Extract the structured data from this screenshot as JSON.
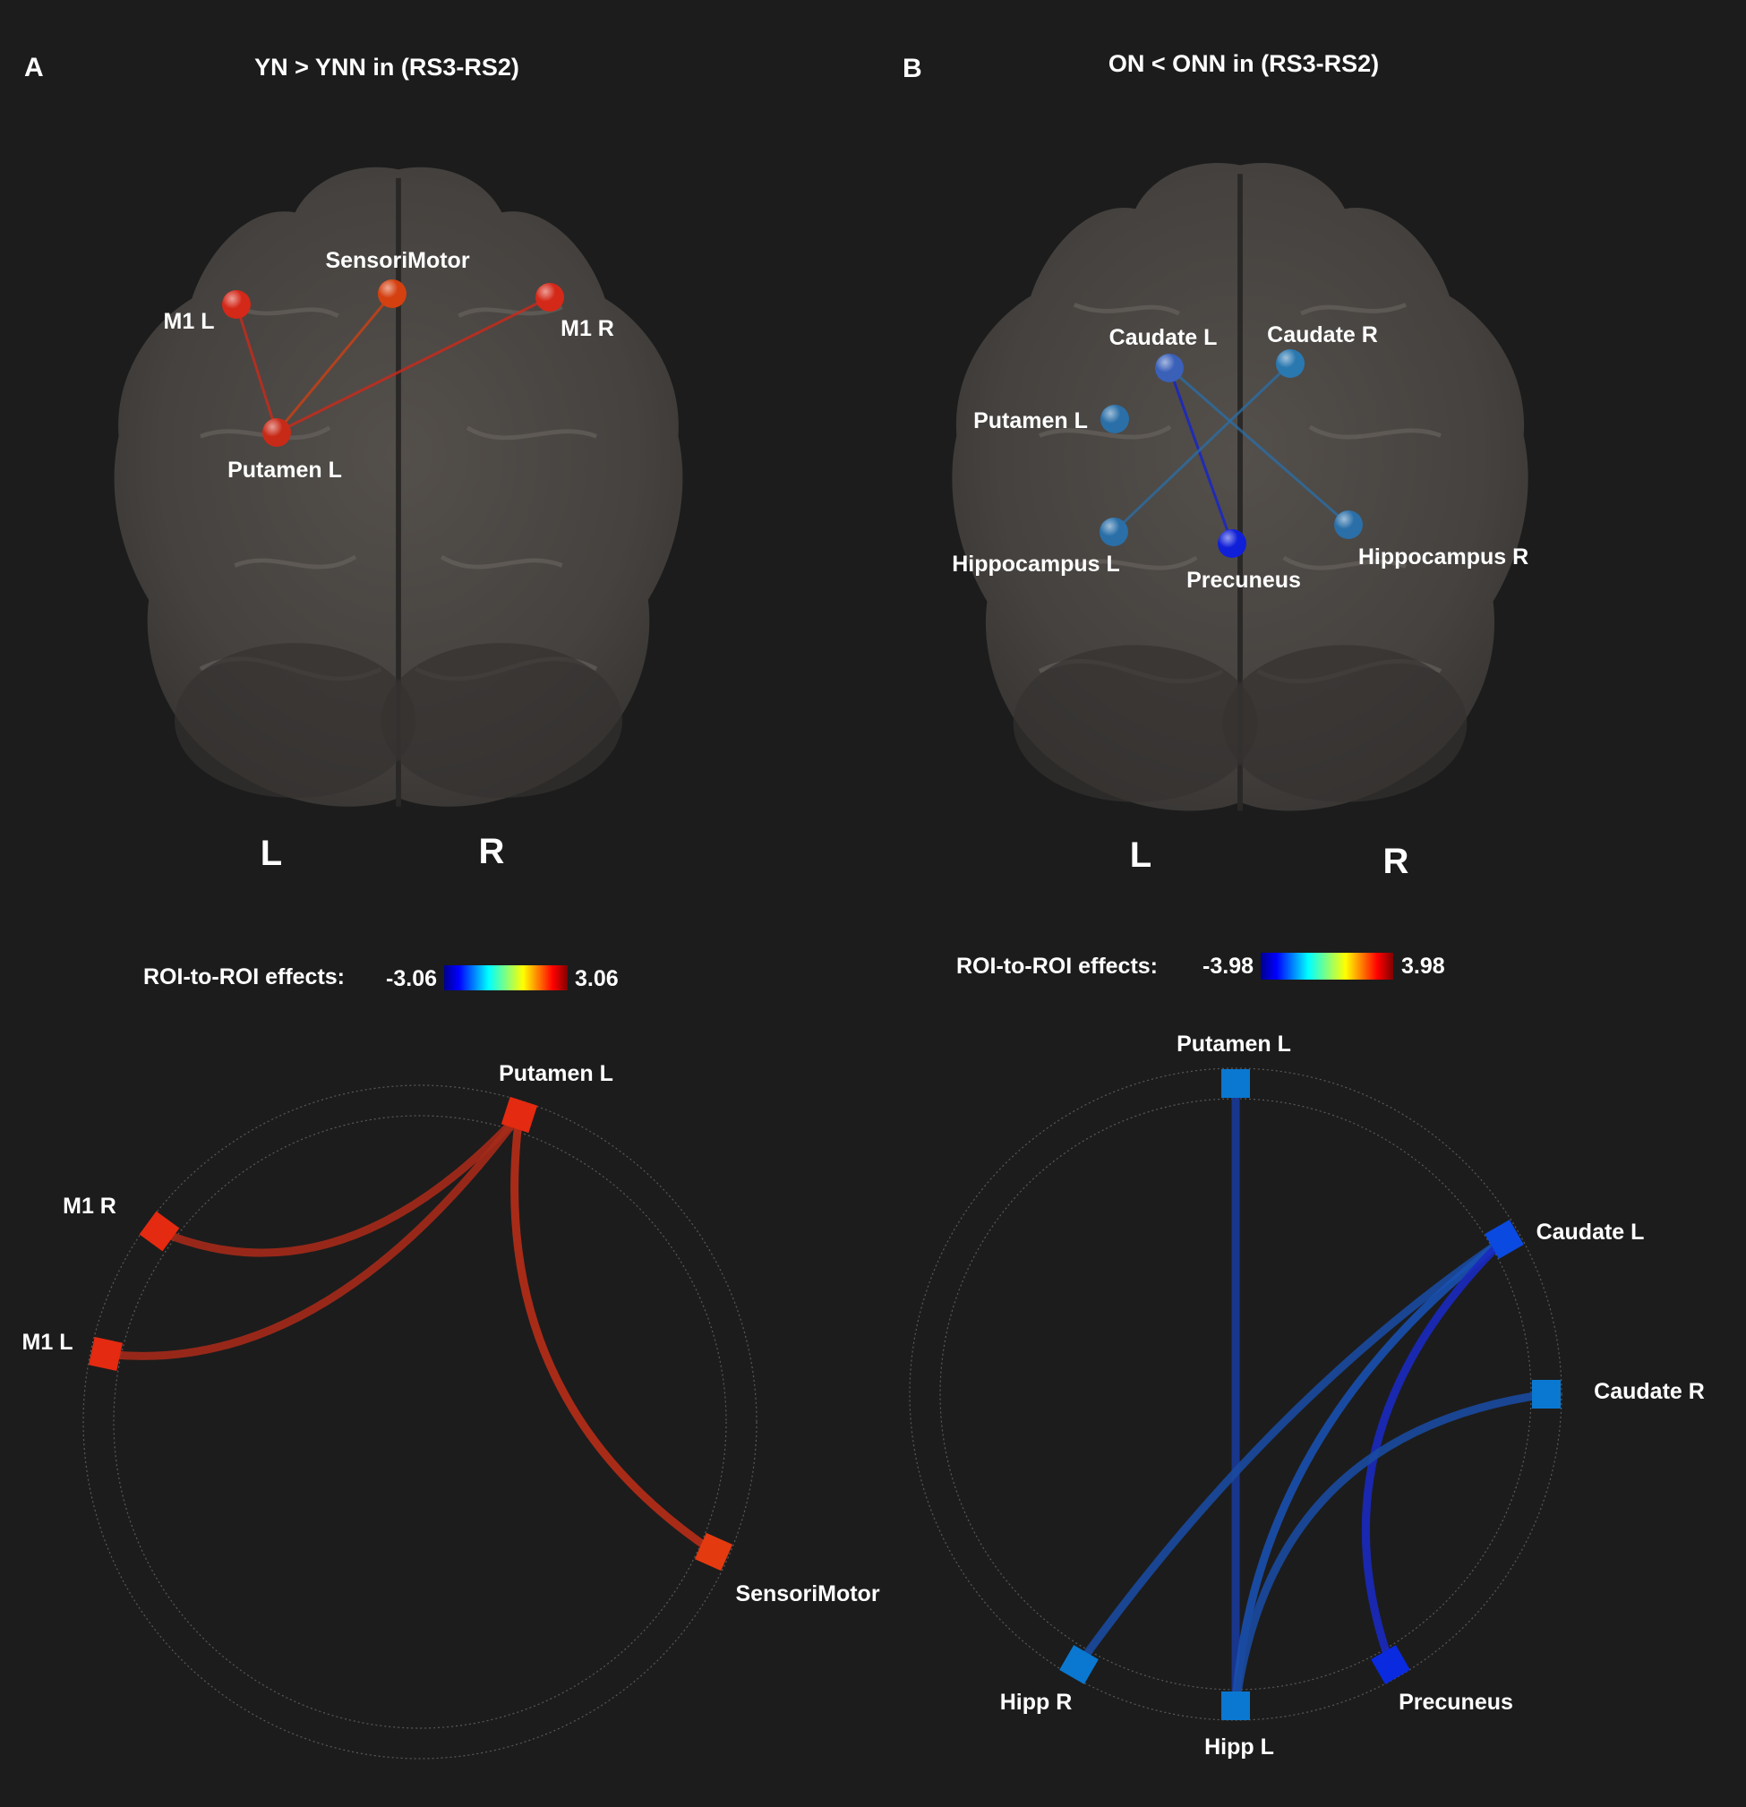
{
  "panels": [
    {
      "letter": "A",
      "title": "YN > YNN in (RS3-RS2)",
      "side_left": "L",
      "side_right": "R",
      "brain_nodes": [
        {
          "label": "SensoriMotor",
          "color": "#d44010"
        },
        {
          "label": "M1 L",
          "color": "#d42818"
        },
        {
          "label": "M1 R",
          "color": "#d42818"
        },
        {
          "label": "Putamen L",
          "color": "#c82a18"
        }
      ],
      "brain_edges": [
        [
          3,
          0
        ],
        [
          3,
          1
        ],
        [
          3,
          2
        ]
      ],
      "colorbar": {
        "label": "ROI-to-ROI effects:",
        "min": "-3.06",
        "max": "3.06"
      },
      "ring_nodes": [
        {
          "label": "Putamen L",
          "color": "#e42a10"
        },
        {
          "label": "M1 R",
          "color": "#e42a10"
        },
        {
          "label": "M1 L",
          "color": "#e42a10"
        },
        {
          "label": "SensoriMotor",
          "color": "#e43a10"
        }
      ],
      "ring_edges": [
        {
          "from": 0,
          "to": 1,
          "color": "#a52a1a"
        },
        {
          "from": 0,
          "to": 2,
          "color": "#a52a1a"
        },
        {
          "from": 0,
          "to": 3,
          "color": "#b82d18"
        }
      ]
    },
    {
      "letter": "B",
      "title": "ON < ONN in (RS3-RS2)",
      "side_left": "L",
      "side_right": "R",
      "brain_nodes": [
        {
          "label": "Caudate L",
          "color": "#3a60b8"
        },
        {
          "label": "Caudate R",
          "color": "#2a78b0"
        },
        {
          "label": "Putamen L",
          "color": "#2a6fa8"
        },
        {
          "label": "Hippocampus L",
          "color": "#2a6fa8"
        },
        {
          "label": "Precuneus",
          "color": "#1020d8"
        },
        {
          "label": "Hippocampus R",
          "color": "#2a6fa8"
        }
      ],
      "brain_edges": [
        [
          0,
          4
        ],
        [
          0,
          5
        ],
        [
          1,
          3
        ]
      ],
      "colorbar": {
        "label": "ROI-to-ROI effects:",
        "min": "-3.98",
        "max": "3.98"
      },
      "ring_nodes": [
        {
          "label": "Putamen L",
          "color": "#0a78d0"
        },
        {
          "label": "Caudate L",
          "color": "#0a4ae0"
        },
        {
          "label": "Caudate R",
          "color": "#0a78d0"
        },
        {
          "label": "Precuneus",
          "color": "#0a2ae0"
        },
        {
          "label": "Hipp L",
          "color": "#0a78d0"
        },
        {
          "label": "Hipp R",
          "color": "#0a78d0"
        }
      ],
      "ring_edges": [
        {
          "from": 0,
          "to": 4,
          "color": "#1a3a9a"
        },
        {
          "from": 1,
          "to": 5,
          "color": "#1a4aa0"
        },
        {
          "from": 1,
          "to": 4,
          "color": "#1a50b0"
        },
        {
          "from": 1,
          "to": 3,
          "color": "#1a2ac0"
        },
        {
          "from": 2,
          "to": 4,
          "color": "#1a4aa0"
        }
      ]
    }
  ]
}
